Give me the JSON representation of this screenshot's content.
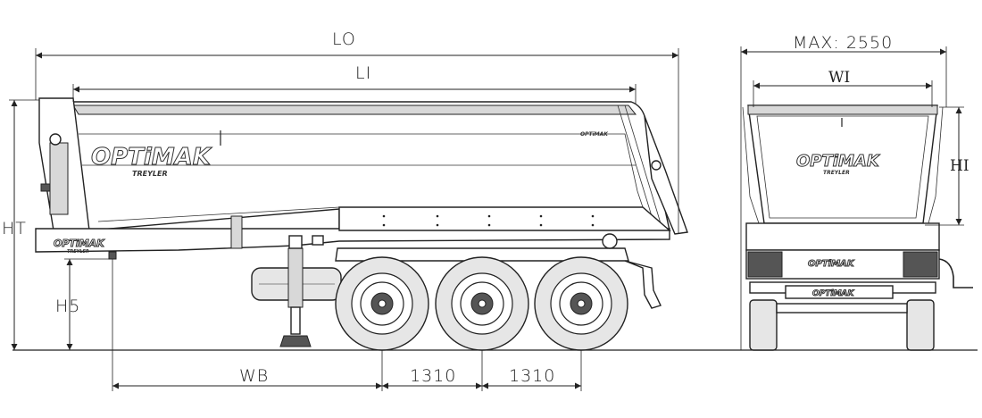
{
  "dimensions": {
    "lo": "LO",
    "li": "LI",
    "ht": "HT",
    "h5": "H5",
    "wb": "WB",
    "axle_spacing_1": "1310",
    "axle_spacing_2": "1310",
    "max_width": "MAX: 2550",
    "wi": "WI",
    "hi": "HI"
  },
  "branding": {
    "logo_text": "OPTiMAK",
    "logo_sub": "TREYLER"
  }
}
